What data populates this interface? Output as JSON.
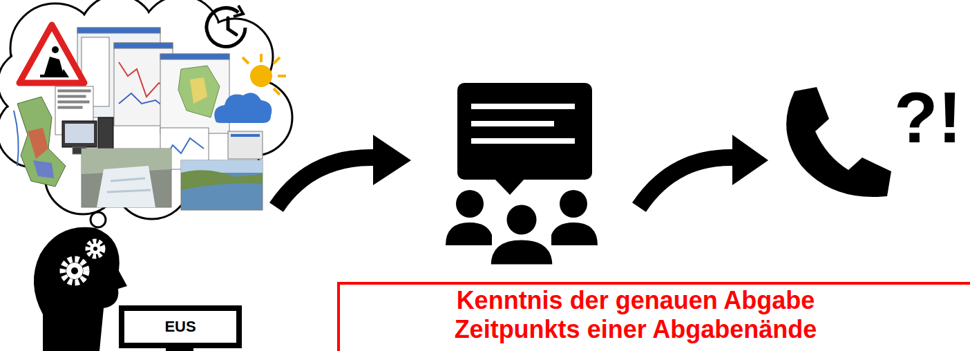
{
  "diagram": {
    "nodes": [
      {
        "text": [
          "EUS"
        ]
      },
      {
        "text": [
          "Kenntnis der genauen Abgabe Zeitpunkts einer Abgabenände"
        ]
      }
    ],
    "labels": [
      "?!"
    ]
  }
}
